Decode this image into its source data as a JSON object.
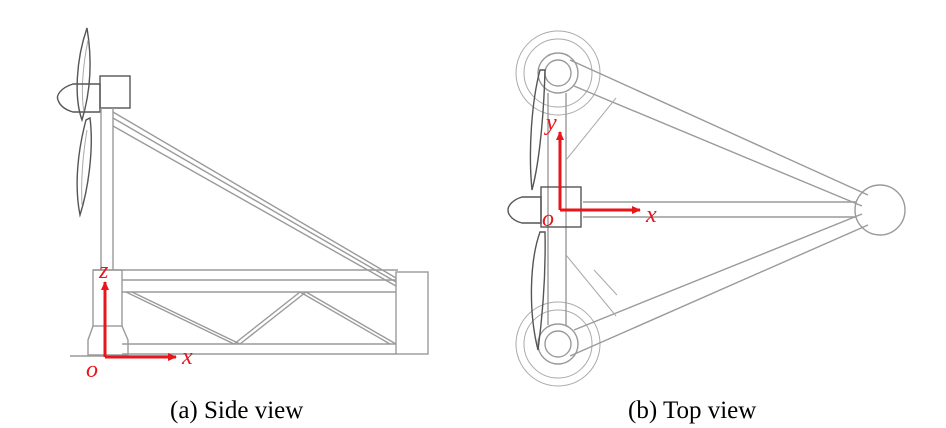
{
  "figure": {
    "side_view": {
      "caption": "(a) Side view",
      "axes": {
        "origin": "o",
        "horizontal": "x",
        "vertical": "z"
      }
    },
    "top_view": {
      "caption": "(b) Top view",
      "axes": {
        "origin": "o",
        "horizontal": "x",
        "vertical": "y"
      }
    },
    "colors": {
      "axis": "#e8151b",
      "structure": "#9a9a9a"
    }
  }
}
